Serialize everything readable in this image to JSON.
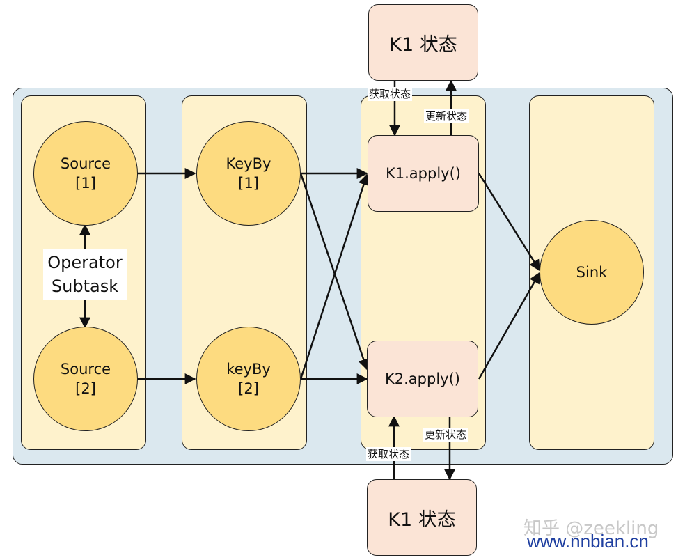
{
  "nodes": {
    "source1": {
      "name": "Source",
      "index": "[1]"
    },
    "source2": {
      "name": "Source",
      "index": "[2]"
    },
    "keyby1": {
      "name": "KeyBy",
      "index": "[1]"
    },
    "keyby2": {
      "name": "keyBy",
      "index": "[2]"
    },
    "sink": {
      "name": "Sink"
    }
  },
  "apply": {
    "k1": "K1.apply()",
    "k2": "K2.apply()"
  },
  "states": {
    "top": "K1 状态",
    "bottom": "K1 状态"
  },
  "edge_labels": {
    "top_get": "获取状态",
    "top_update": "更新状态",
    "bottom_get": "获取状态",
    "bottom_update": "更新状态"
  },
  "operator_label": {
    "line1": "Operator",
    "line2": "Subtask"
  },
  "watermark": {
    "zhihu": "知乎 @zeekling",
    "site": "www.nnbian.cn"
  }
}
